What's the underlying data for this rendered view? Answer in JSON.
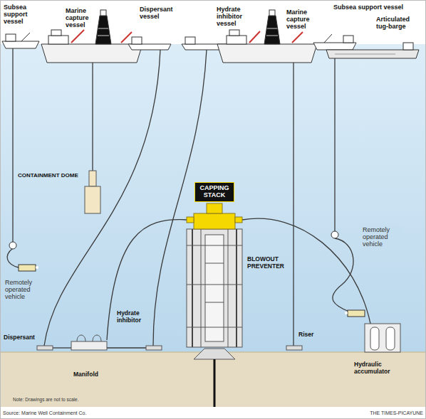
{
  "diagram": {
    "nodes": [
      {
        "text": [
          "CAPPING STACK"
        ]
      }
    ],
    "labels": [
      "Subsea support vessel",
      "Marine capture vessel",
      "Dispersant vessel",
      "Hydrate inhibitor vessel",
      "Marine capture vessel",
      "Subsea support vessel",
      "Articulated tug-barge",
      "CONTAINMENT DOME",
      "Remotely operated vehicle",
      "Remotely operated vehicle",
      "BLOWOUT PREVENTER",
      "Riser",
      "Dispersant",
      "Hydrate inhibitor",
      "Manifold",
      "Hydraulic accumulator",
      "Note: Drawings are not to scale.",
      "Source: Marine Well Containment Co.",
      "THE TIMES-PICAYUNE"
    ]
  }
}
